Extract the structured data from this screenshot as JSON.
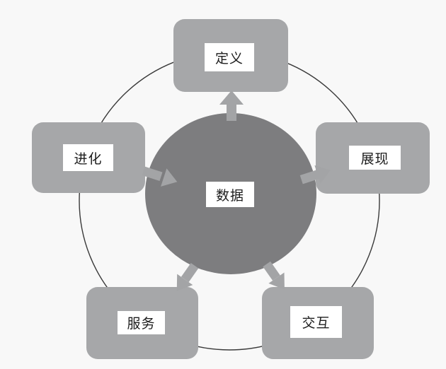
{
  "diagram": {
    "center": {
      "label": "数据"
    },
    "nodes": [
      {
        "id": "define",
        "label": "定义"
      },
      {
        "id": "present",
        "label": "展现"
      },
      {
        "id": "interact",
        "label": "交互"
      },
      {
        "id": "service",
        "label": "服务"
      },
      {
        "id": "evolve",
        "label": "进化"
      }
    ],
    "edges": [
      {
        "from": "数据",
        "to": "定义"
      },
      {
        "from": "数据",
        "to": "展现"
      },
      {
        "from": "数据",
        "to": "交互"
      },
      {
        "from": "数据",
        "to": "服务"
      },
      {
        "from": "数据",
        "to": "进化"
      }
    ],
    "colors": {
      "background": "#f8f8f8",
      "node_box": "#a6a7a9",
      "center_circle": "#7d7d7f",
      "arrow": "#a3a4a6",
      "ring": "#3a3a3a",
      "label_bg": "#ffffff",
      "label_text": "#1c1c1c"
    }
  }
}
